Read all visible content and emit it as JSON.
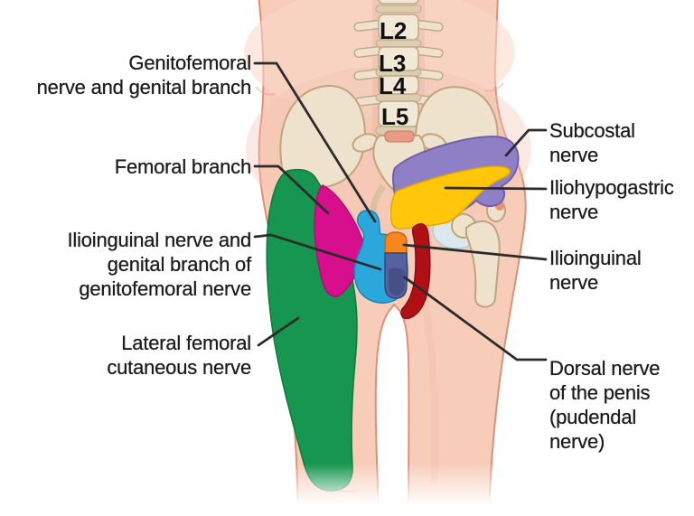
{
  "palette": {
    "background": "#FFFFFF",
    "skin": "#F7CDBA",
    "skin_outline": "#DE8F7B",
    "bone": "#EFE2CD",
    "bone_outline": "#C0A47D",
    "leader_line": "#2B2B2B",
    "label_text": "#1B1B1B"
  },
  "spine": {
    "vertebrae": [
      "L2",
      "L3",
      "L4",
      "L5"
    ]
  },
  "regions": [
    {
      "name": "lateral-femoral-cutaneous-nerve",
      "color": "#17964F"
    },
    {
      "name": "femoral-branch",
      "color": "#D80F8C"
    },
    {
      "name": "subcostal-nerve",
      "color": "#8F80C6"
    },
    {
      "name": "iliohypogastric-nerve",
      "color": "#FFC60A"
    },
    {
      "name": "ilioinguinal-genital-branch-region",
      "color": "#2BA7DC"
    },
    {
      "name": "ilioinguinal-nerve",
      "color": "#F6871F"
    },
    {
      "name": "dorsal-nerve-of-penis",
      "color": "#5661A0"
    },
    {
      "name": "perineal-region",
      "color": "#AE1015"
    }
  ],
  "labels": {
    "left": [
      {
        "id": "genitofemoral",
        "lines": [
          "Genitofemoral",
          "nerve and genital branch"
        ]
      },
      {
        "id": "femoral-branch",
        "lines": [
          "Femoral branch"
        ]
      },
      {
        "id": "ilioinguinal-genital",
        "lines": [
          "Ilioinguinal nerve and",
          "genital branch of",
          "genitofemoral nerve"
        ]
      },
      {
        "id": "lateral-femoral-cutaneous",
        "lines": [
          "Lateral femoral",
          "cutaneous nerve"
        ]
      }
    ],
    "right": [
      {
        "id": "subcostal",
        "lines": [
          "Subcostal",
          "nerve"
        ]
      },
      {
        "id": "iliohypogastric",
        "lines": [
          "Iliohypogastric",
          "nerve"
        ]
      },
      {
        "id": "ilioinguinal",
        "lines": [
          "Ilioinguinal",
          "nerve"
        ]
      },
      {
        "id": "dorsal-penis",
        "lines": [
          "Dorsal nerve",
          "of the penis",
          "(pudendal",
          "nerve)"
        ]
      }
    ]
  }
}
